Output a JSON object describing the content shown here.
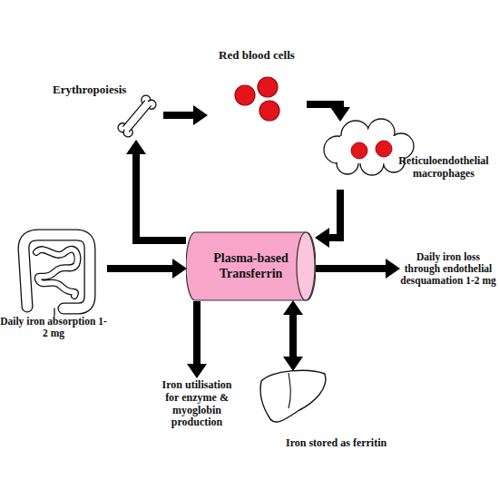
{
  "diagram": {
    "nodes": [
      {
        "text": [
          "Red blood cells"
        ]
      },
      {
        "text": [
          "Erythropoiesis"
        ]
      },
      {
        "text": [
          "Reticuloendothelial macrophages"
        ]
      },
      {
        "text": [
          "Daily iron absorption 1-2 mg"
        ]
      },
      {
        "text": [
          "Plasma-based Transferrin"
        ]
      },
      {
        "text": [
          "Daily iron loss through endothelial desquamation 1-2 mg"
        ]
      },
      {
        "text": [
          "Iron utilisation for enzyme & myoglobin production"
        ]
      },
      {
        "text": [
          "Iron stored as ferritin"
        ]
      }
    ],
    "edges": [
      {
        "from": 1,
        "to": 0,
        "arrow": "to"
      },
      {
        "from": 0,
        "to": 2,
        "arrow": "to"
      },
      {
        "from": 2,
        "to": 4,
        "arrow": "to"
      },
      {
        "from": 4,
        "to": 1,
        "arrow": "to"
      },
      {
        "from": 3,
        "to": 4,
        "arrow": "to"
      },
      {
        "from": 4,
        "to": 5,
        "arrow": "to"
      },
      {
        "from": 4,
        "to": 6,
        "arrow": "to"
      },
      {
        "from": 4,
        "to": 7,
        "arrow": "both"
      }
    ]
  }
}
